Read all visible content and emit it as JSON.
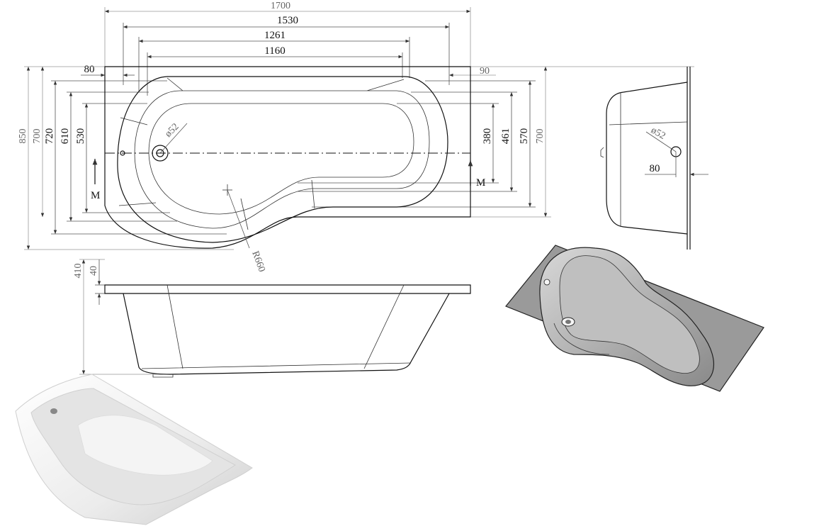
{
  "plan_view": {
    "dims_horizontal": [
      "1700",
      "1530",
      "1261",
      "1160"
    ],
    "dim_left_offset": "80",
    "dim_right_offset": "90",
    "dims_vertical_left": [
      "850",
      "700",
      "720",
      "610",
      "530"
    ],
    "dims_vertical_right": [
      "380",
      "461",
      "570",
      "700"
    ],
    "waste_diameter": "ø52",
    "radius": "R660",
    "section_marker": "M"
  },
  "side_view": {
    "waste_diameter": "ø52",
    "offset": "80"
  },
  "front_elevation": {
    "height": "410",
    "rim": "40"
  },
  "colors": {
    "line": "#111111",
    "dim_line": "#555555",
    "grey_dim": "#999999",
    "shaded_3d": "#9a9a9a",
    "render_white": "#f2f2f2"
  }
}
